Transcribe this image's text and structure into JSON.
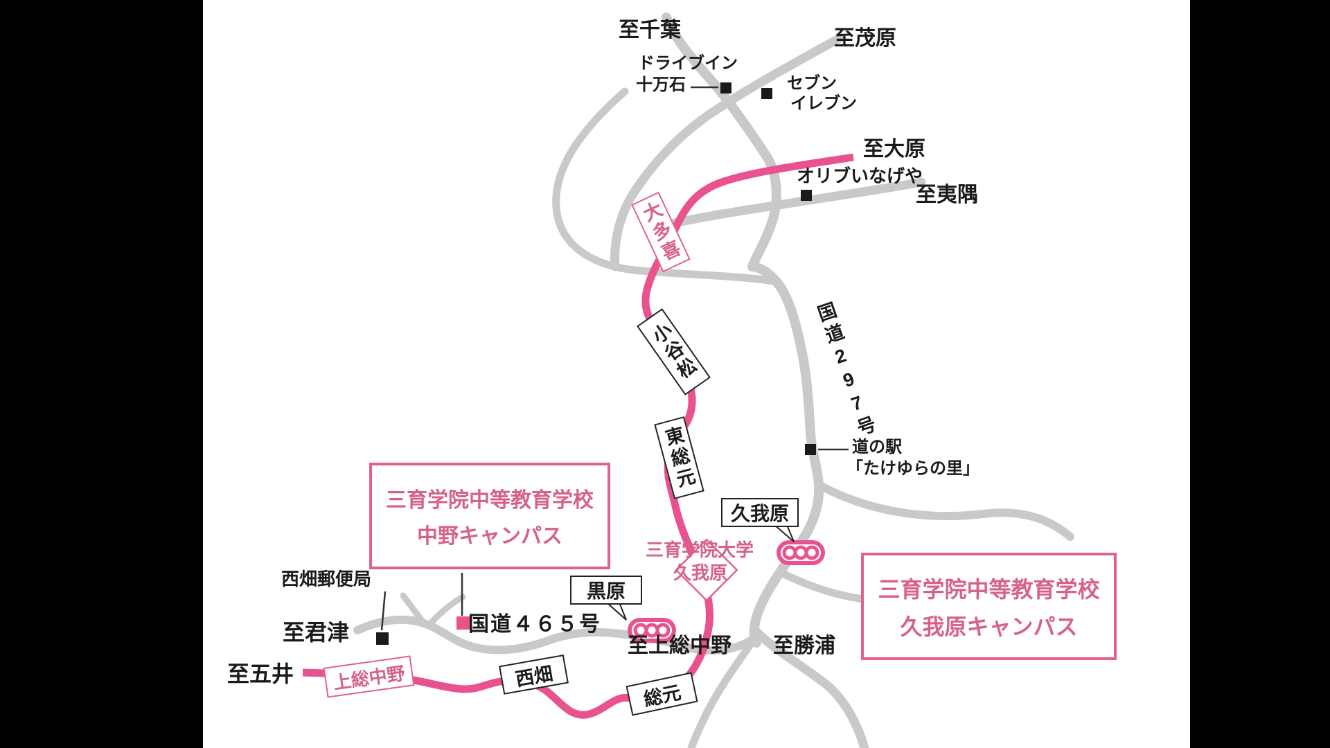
{
  "colors": {
    "background": "#000000",
    "canvas": "#ffffff",
    "road": "#c9c9c9",
    "railway": "#e8538f",
    "pink_text": "#d6618c",
    "pink_border": "#e0618f",
    "text": "#1a1a1a"
  },
  "directions": {
    "chiba": "至千葉",
    "mobara": "至茂原",
    "ohara": "至大原",
    "isumi": "至夷隅",
    "kimitsu": "至君津",
    "goi": "至五井",
    "kazusa_nakano": "至上総中野",
    "katsuura": "至勝浦"
  },
  "pois": {
    "drivein_line1": "ドライブイン",
    "drivein_line2": "十万石",
    "seven_line1": "セブン",
    "seven_line2": "イレブン",
    "olive_inageya": "オリブいなげや",
    "michinoeki_line1": "道の駅",
    "michinoeki_line2": "「たけゆらの里」",
    "post_office": "西畑郵便局"
  },
  "routes": {
    "route_297": "国道297号",
    "route_465": "国道４６５号"
  },
  "stations": {
    "otaki": "大多喜",
    "koyamatsu": "小谷松",
    "higashi_fusamoto": "東総元",
    "kugahara": "久我原",
    "kurohara": "黒原",
    "nishihata": "西畑",
    "fusamoto": "総元",
    "kazusa_nakano": "上総中野"
  },
  "university": {
    "line1": "三育学院大学",
    "line2": "久我原"
  },
  "campuses": {
    "nakano": {
      "line1": "三育学院中等教育学校",
      "line2": "中野キャンパス"
    },
    "kugahara": {
      "line1": "三育学院中等教育学校",
      "line2": "久我原キャンパス"
    }
  }
}
